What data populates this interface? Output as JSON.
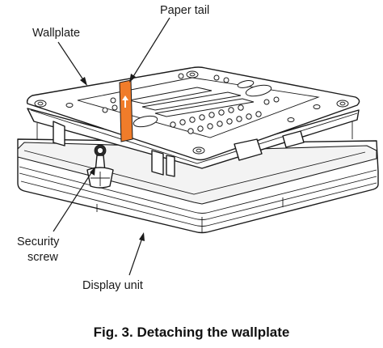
{
  "figure": {
    "callouts": {
      "paper_tail": "Paper tail",
      "wallplate": "Wallplate",
      "security_screw_line1": "Security",
      "security_screw_line2": "screw",
      "display_unit": "Display unit"
    },
    "caption": "Fig. 3. Detaching the wallplate",
    "colors": {
      "paper_tail": "#f07c2a",
      "line": "#1a1a1a"
    }
  }
}
